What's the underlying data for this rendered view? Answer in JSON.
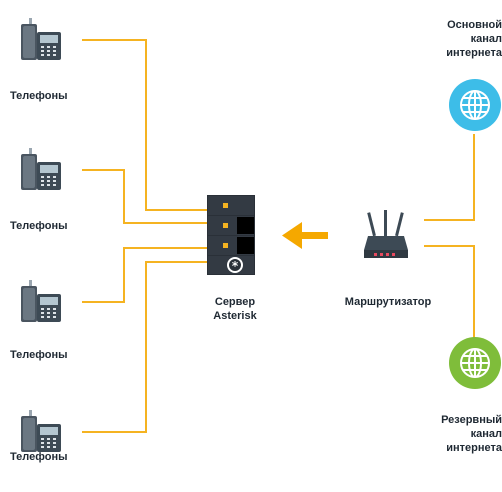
{
  "phones": [
    {
      "label": "Телефоны"
    },
    {
      "label": "Телефоны"
    },
    {
      "label": "Телефоны"
    },
    {
      "label": "Телефоны"
    }
  ],
  "server": {
    "label_line1": "Сервер",
    "label_line2": "Asterisk"
  },
  "router": {
    "label": "Маршрутизатор"
  },
  "internet_primary": {
    "line1": "Основной",
    "line2": "канал",
    "line3": "интернета"
  },
  "internet_backup": {
    "line1": "Резервный",
    "line2": "канал",
    "line3": "интернета"
  },
  "colors": {
    "wire": "#f5b321",
    "arrow": "#f5a800",
    "globe_primary": "#3dbde8",
    "globe_backup": "#7fbd3a",
    "device_dark": "#3d4a55",
    "device_light": "#9aa6b0"
  },
  "icons": {
    "phone": "desk-phone-icon",
    "server": "server-rack-icon",
    "router": "wifi-router-icon",
    "globe": "globe-icon"
  }
}
